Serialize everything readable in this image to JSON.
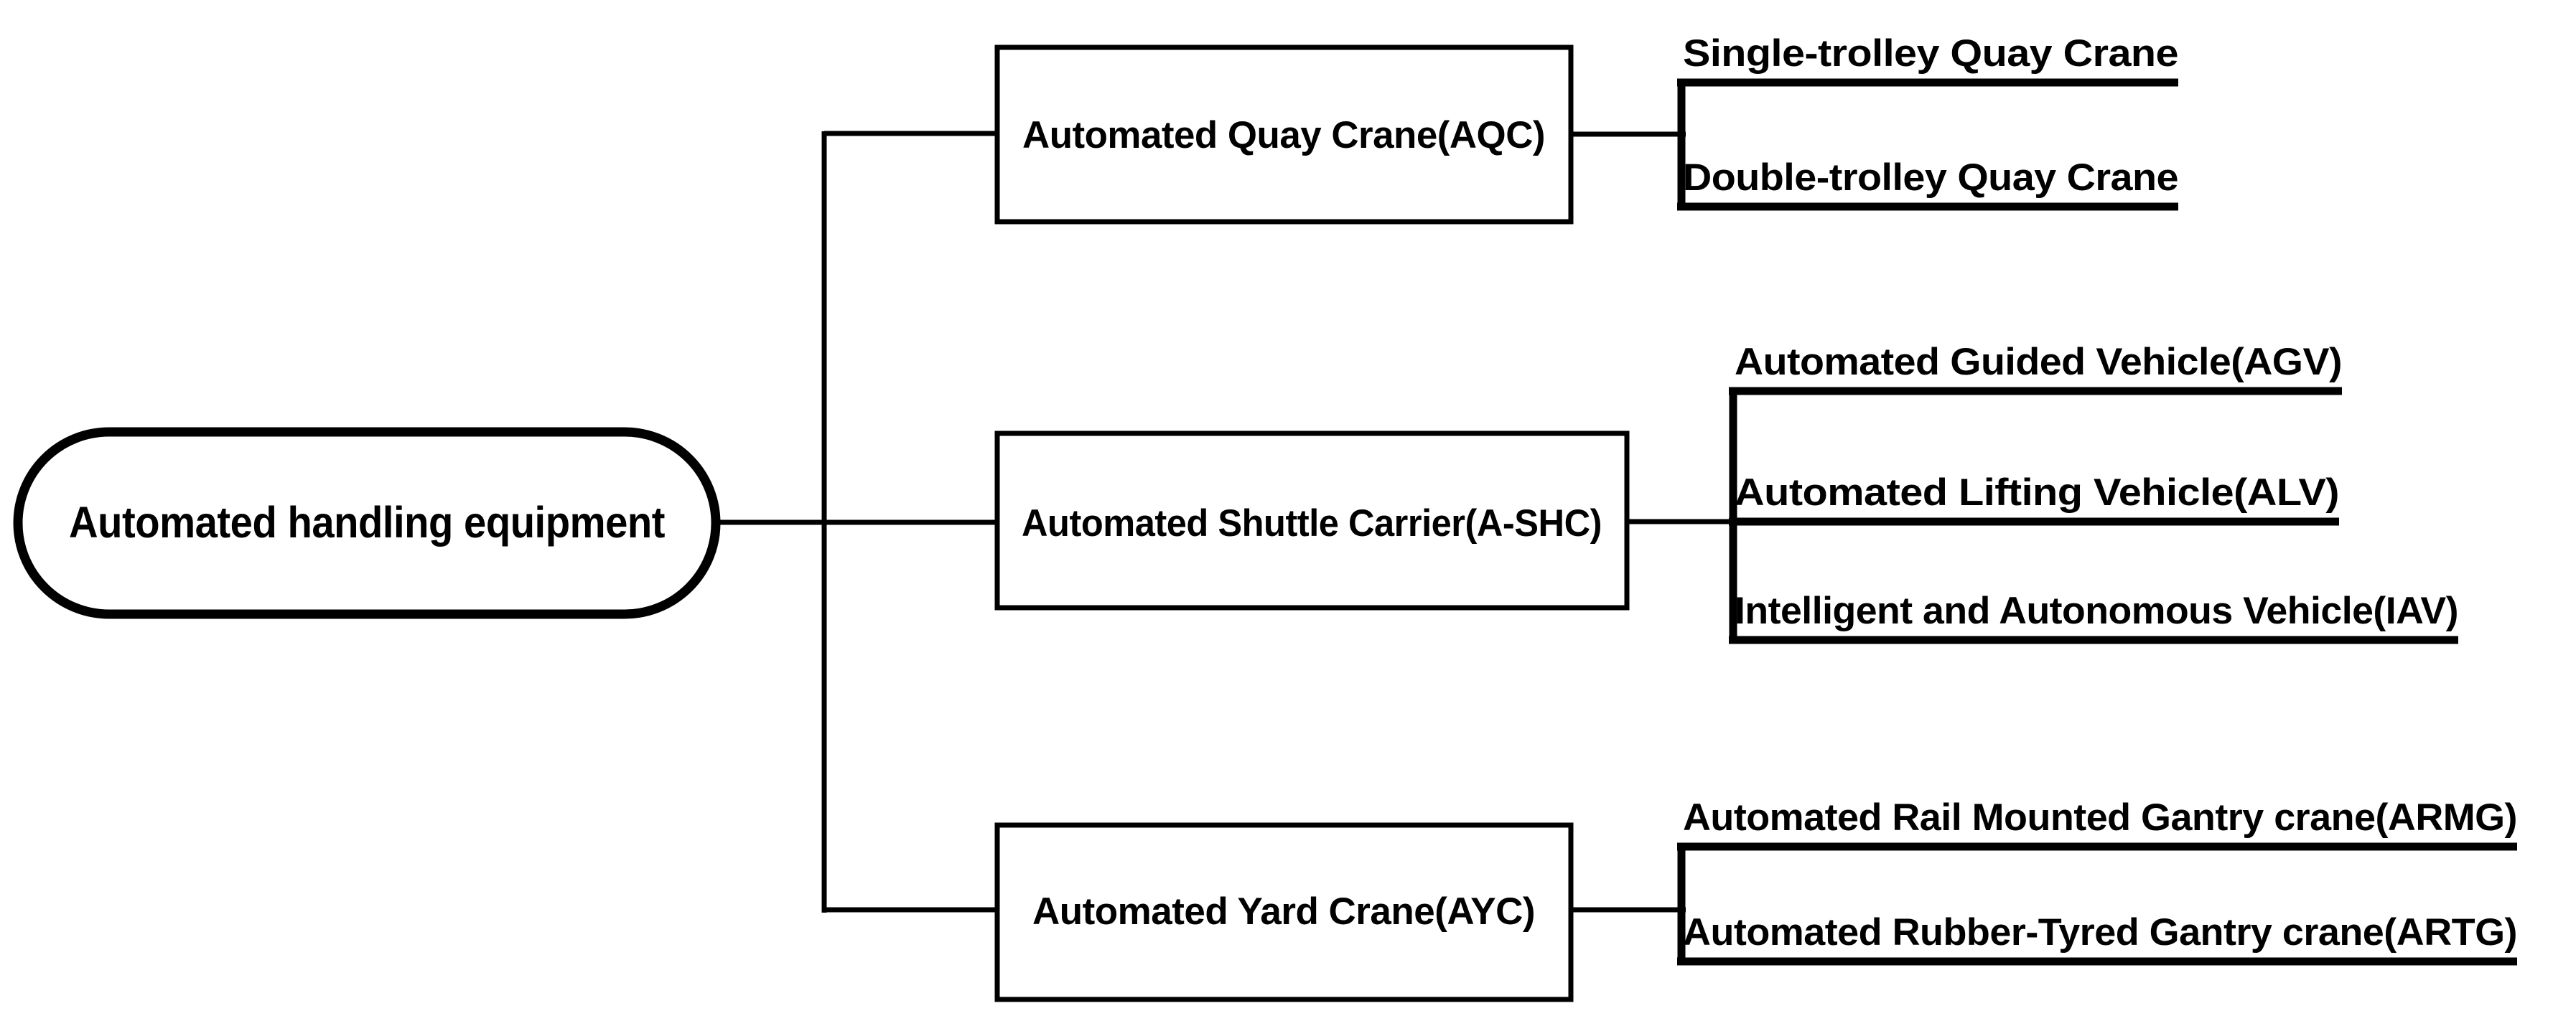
{
  "diagram": {
    "type": "tree-hierarchy",
    "orientation": "left-to-right",
    "background_color": "#ffffff",
    "line_color": "#000000",
    "text_color": "#000000",
    "root": {
      "label": "Automated handling equipment",
      "shape": "stadium"
    },
    "branches": [
      {
        "id": "aqc",
        "label": "Automated Quay Crane(AQC)",
        "shape": "rectangle",
        "leaves": [
          {
            "id": "single-trolley-quay-crane",
            "label": "Single-trolley Quay Crane"
          },
          {
            "id": "double-trolley-quay-crane",
            "label": "Double-trolley Quay Crane"
          }
        ]
      },
      {
        "id": "ashc",
        "label": "Automated Shuttle Carrier(A-SHC)",
        "shape": "rectangle",
        "leaves": [
          {
            "id": "agv",
            "label": "Automated Guided Vehicle(AGV)"
          },
          {
            "id": "alv",
            "label": "Automated Lifting Vehicle(ALV)"
          },
          {
            "id": "iav",
            "label": "Intelligent and Autonomous Vehicle(IAV)"
          }
        ]
      },
      {
        "id": "ayc",
        "label": "Automated Yard Crane(AYC)",
        "shape": "rectangle",
        "leaves": [
          {
            "id": "armg",
            "label": "Automated Rail Mounted Gantry crane(ARMG)"
          },
          {
            "id": "artg",
            "label": "Automated Rubber-Tyred Gantry crane(ARTG)"
          }
        ]
      }
    ]
  }
}
